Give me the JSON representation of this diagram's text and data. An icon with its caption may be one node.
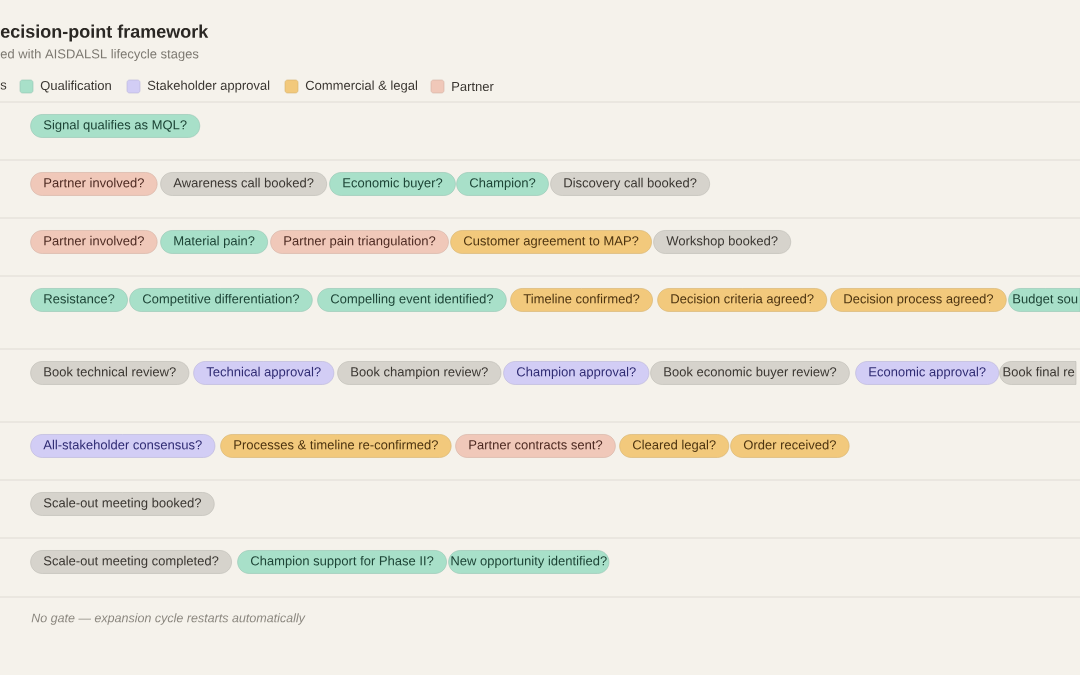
{
  "diagram": {
    "title": "ecision-point framework",
    "nodes": [
      {
        "text": [
          "Signal qualifies as MQL?"
        ]
      },
      {
        "text": [
          "Partner involved?"
        ]
      },
      {
        "text": [
          "Awareness call booked?"
        ]
      },
      {
        "text": [
          "Economic buyer?"
        ]
      },
      {
        "text": [
          "Champion?"
        ]
      },
      {
        "text": [
          "Discovery call booked?"
        ]
      },
      {
        "text": [
          "Partner involved?"
        ]
      },
      {
        "text": [
          "Material pain?"
        ]
      },
      {
        "text": [
          "Partner pain triangulation?"
        ]
      },
      {
        "text": [
          "Customer agreement to MAP?"
        ]
      },
      {
        "text": [
          "Workshop booked?"
        ]
      },
      {
        "text": [
          "Resistance?"
        ]
      },
      {
        "text": [
          "Competitive differentiation?"
        ]
      },
      {
        "text": [
          "Compelling event identified?"
        ]
      },
      {
        "text": [
          "Timeline confirmed?"
        ]
      },
      {
        "text": [
          "Decision criteria agreed?"
        ]
      },
      {
        "text": [
          "Decision process agreed?"
        ]
      },
      {
        "text": [
          "Budget sou"
        ]
      },
      {
        "text": [
          "Book technical review?"
        ]
      },
      {
        "text": [
          "Technical approval?"
        ]
      },
      {
        "text": [
          "Book champion review?"
        ]
      },
      {
        "text": [
          "Champion approval?"
        ]
      },
      {
        "text": [
          "Book economic buyer review?"
        ]
      },
      {
        "text": [
          "Economic approval?"
        ]
      },
      {
        "text": [
          "Book final re"
        ]
      },
      {
        "text": [
          "All-stakeholder consensus?"
        ]
      },
      {
        "text": [
          "Processes & timeline re-confirmed?"
        ]
      },
      {
        "text": [
          "Partner contracts sent?"
        ]
      },
      {
        "text": [
          "Cleared legal?"
        ]
      },
      {
        "text": [
          "Order received?"
        ]
      },
      {
        "text": [
          "Scale-out meeting booked?"
        ]
      },
      {
        "text": [
          "Scale-out meeting completed?"
        ]
      },
      {
        "text": [
          "Champion support for Phase II?"
        ]
      },
      {
        "text": [
          "New opportunity identified?"
        ]
      }
    ],
    "labels": [
      "ed with AISDALSL lifecycle stages",
      "s",
      "No gate — expansion cycle restarts automatically"
    ],
    "legend": [
      {
        "text": "Qualification",
        "color": "#a8e0c9"
      },
      {
        "text": "Stakeholder approval",
        "color": "#d2cdf5"
      },
      {
        "text": "Commercial & legal",
        "color": "#f2c97c"
      },
      {
        "text": "Partner",
        "color": "#f0c8b9"
      }
    ]
  }
}
